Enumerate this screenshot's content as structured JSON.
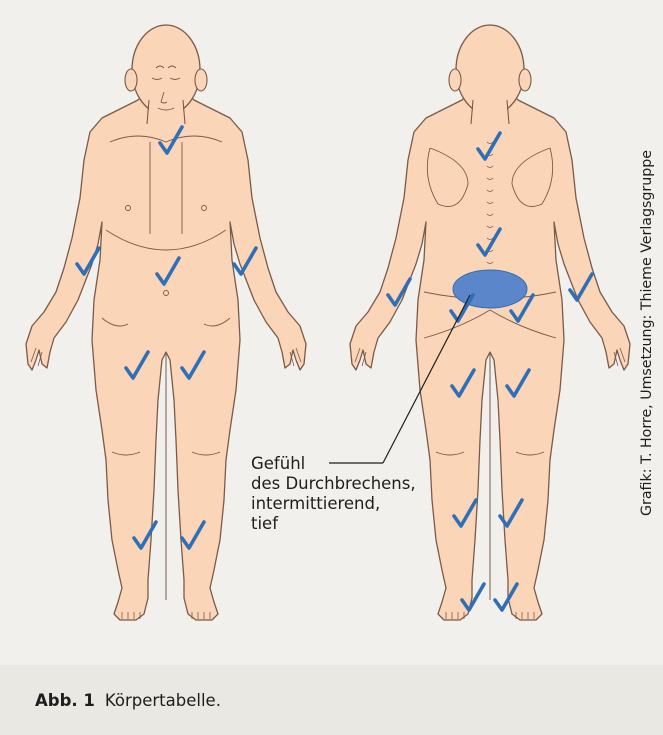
{
  "credit": "Grafik: T. Horre, Umsetzung: Thieme Verlagsgruppe",
  "annotation": {
    "lines": [
      "Gefühl",
      "des Durchbrechens,",
      "intermittierend,",
      "tief"
    ]
  },
  "caption": {
    "label": "Abb. 1",
    "text": "Körpertabelle."
  },
  "colors": {
    "skin": "#fbd5b8",
    "outline": "#7a5a48",
    "mark": "#2e6fb7",
    "pain_area": "#5b86c9"
  },
  "figures": [
    {
      "view": "front",
      "marks": [
        "neck",
        "right-upper-arm",
        "left-upper-arm",
        "abdomen",
        "right-thigh",
        "left-thigh",
        "right-shin",
        "left-shin"
      ]
    },
    {
      "view": "back",
      "marks": [
        "upper-spine",
        "mid-spine",
        "left-upper-arm",
        "right-upper-arm",
        "left-buttock",
        "right-buttock",
        "left-thigh",
        "right-thigh",
        "left-calf",
        "right-calf",
        "left-heel",
        "right-heel"
      ],
      "pain_area": "lower-back"
    }
  ]
}
